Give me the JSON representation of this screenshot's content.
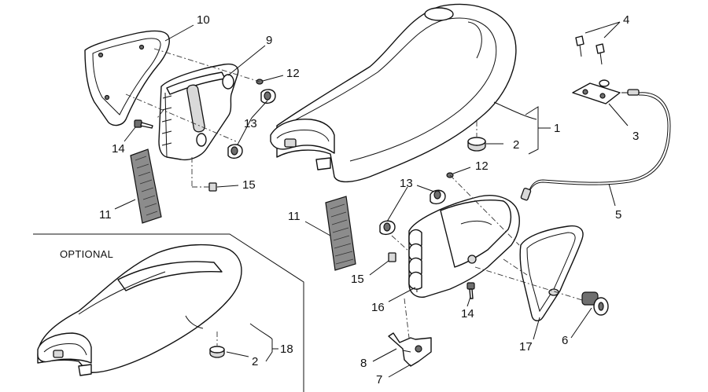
{
  "optional_label": "OPTIONAL",
  "callouts": [
    {
      "id": "c10",
      "text": "10"
    },
    {
      "id": "c9",
      "text": "9"
    },
    {
      "id": "c12a",
      "text": "12"
    },
    {
      "id": "c13a",
      "text": "13"
    },
    {
      "id": "c14a",
      "text": "14"
    },
    {
      "id": "c15a",
      "text": "15"
    },
    {
      "id": "c11a",
      "text": "11"
    },
    {
      "id": "c4",
      "text": "4"
    },
    {
      "id": "c3",
      "text": "3"
    },
    {
      "id": "c1",
      "text": "1"
    },
    {
      "id": "c2a",
      "text": "2"
    },
    {
      "id": "c5",
      "text": "5"
    },
    {
      "id": "c12b",
      "text": "12"
    },
    {
      "id": "c13b",
      "text": "13"
    },
    {
      "id": "c11b",
      "text": "11"
    },
    {
      "id": "c15b",
      "text": "15"
    },
    {
      "id": "c16",
      "text": "16"
    },
    {
      "id": "c14b",
      "text": "14"
    },
    {
      "id": "c17",
      "text": "17"
    },
    {
      "id": "c6",
      "text": "6"
    },
    {
      "id": "c8",
      "text": "8"
    },
    {
      "id": "c7",
      "text": "7"
    },
    {
      "id": "c18",
      "text": "18"
    },
    {
      "id": "c2b",
      "text": "2"
    }
  ]
}
